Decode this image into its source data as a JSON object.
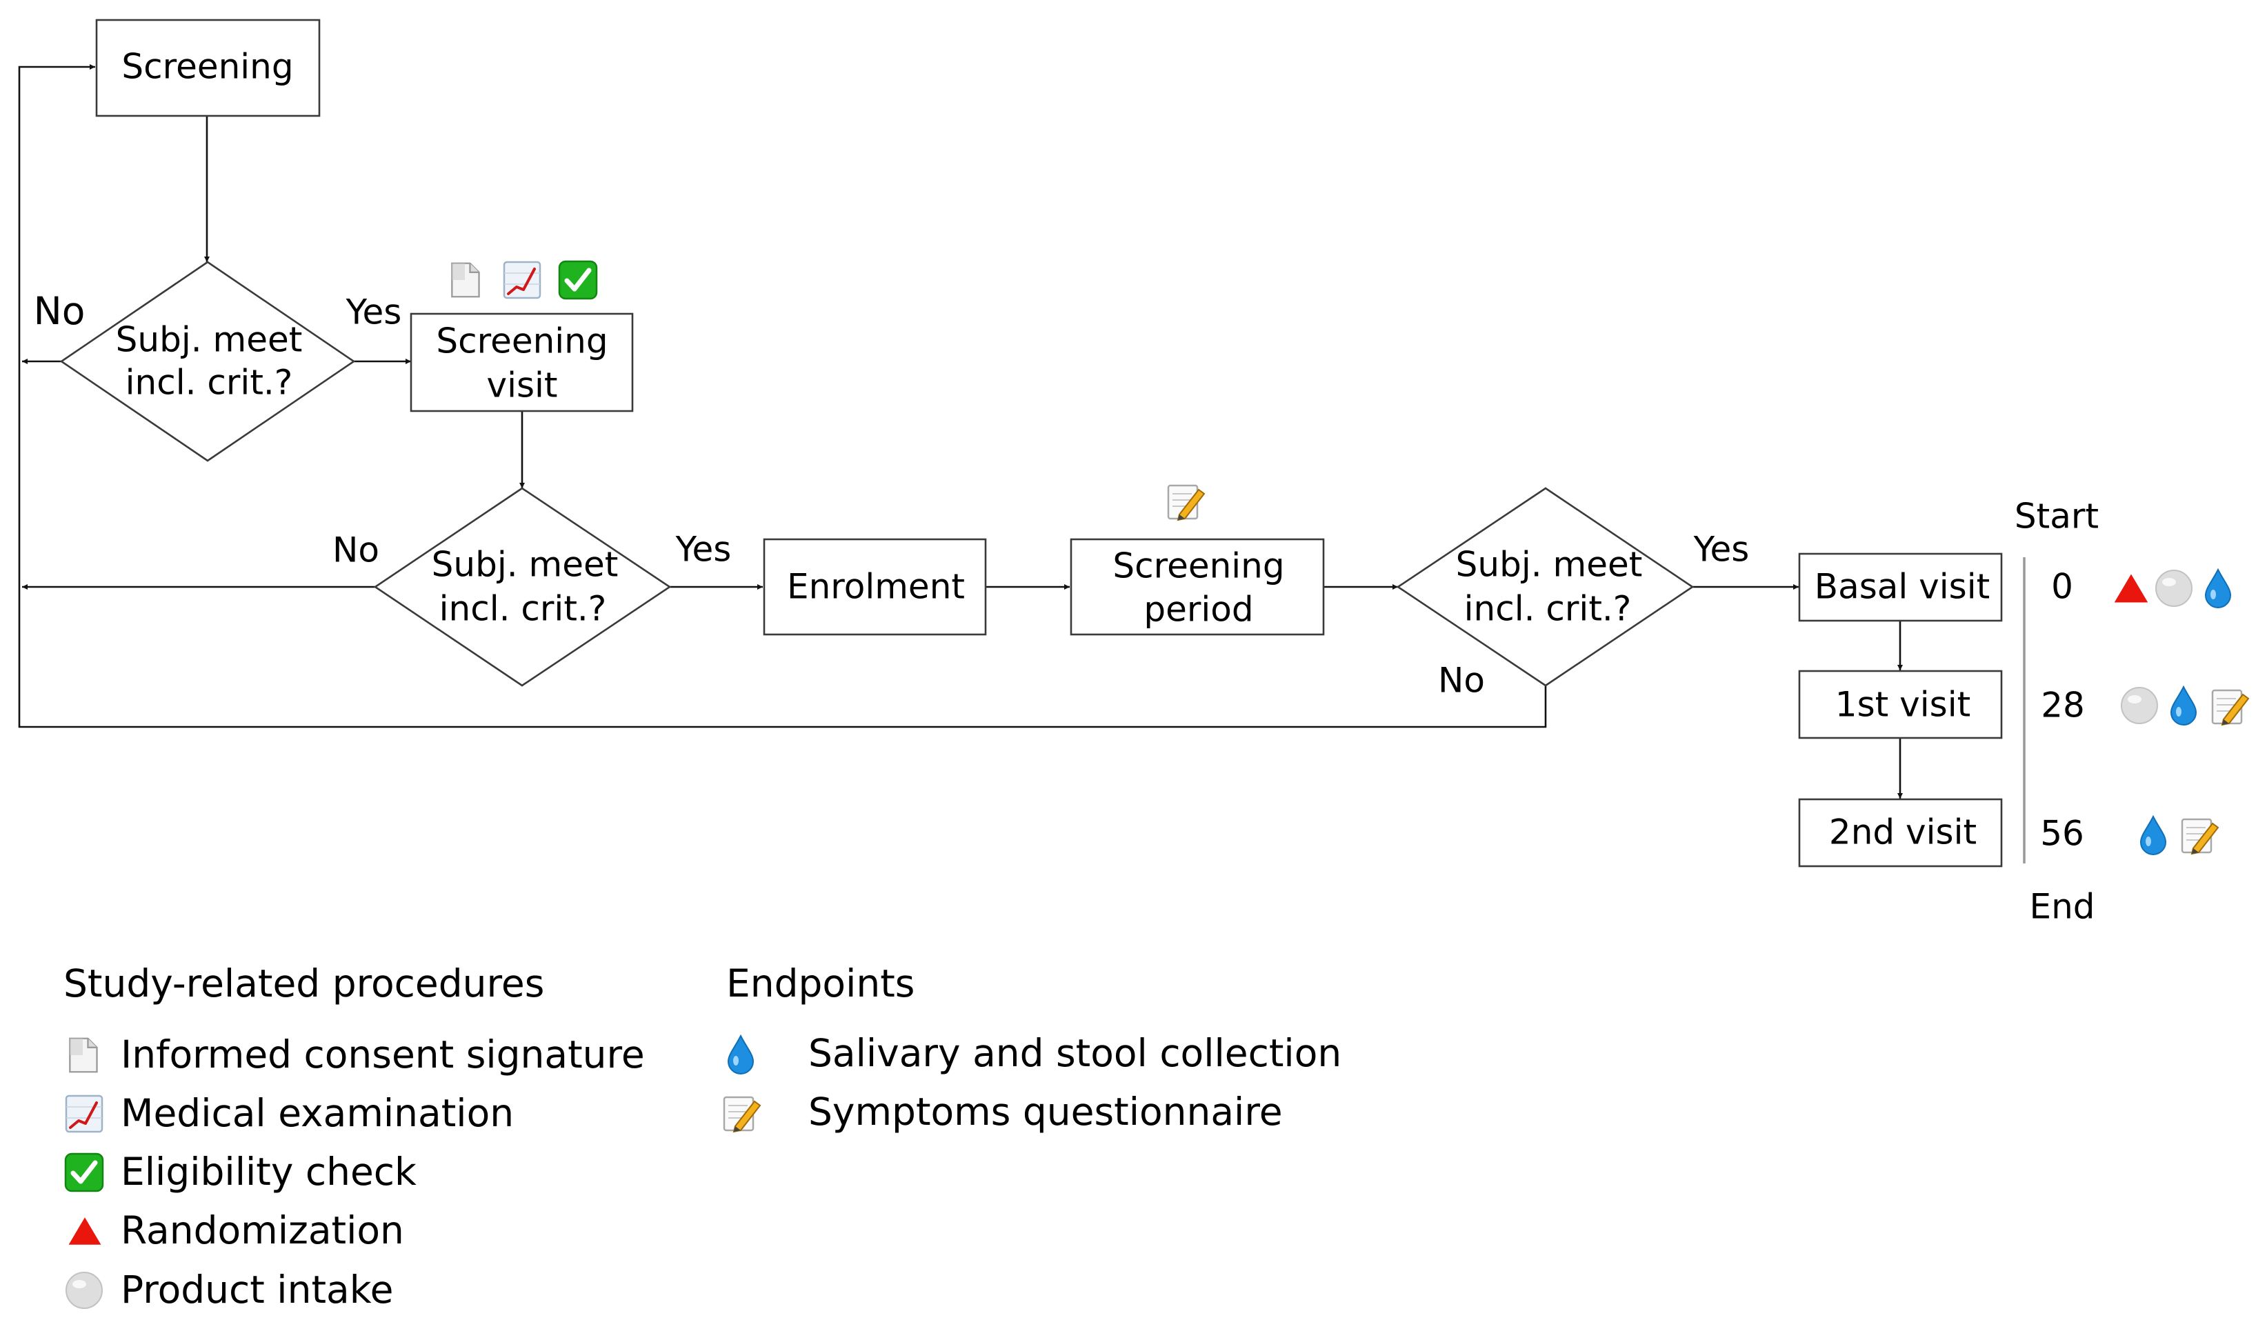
{
  "nodes": {
    "screening": "Screening",
    "decision1": [
      "Subj. meet",
      "incl. crit.?"
    ],
    "screening_visit": [
      "Screening",
      "visit"
    ],
    "decision2": [
      "Subj. meet",
      "incl. crit.?"
    ],
    "enrolment": "Enrolment",
    "screening_period": [
      "Screening",
      "period"
    ],
    "decision3": [
      "Subj. meet",
      "incl. crit.?"
    ],
    "basal_visit": "Basal visit",
    "first_visit": "1st visit",
    "second_visit": "2nd visit"
  },
  "edge_labels": {
    "d1_no": "No",
    "d1_yes": "Yes",
    "d2_no": "No",
    "d2_yes": "Yes",
    "d3_yes": "Yes",
    "d3_no": "No"
  },
  "timeline": {
    "start": "Start",
    "end": "End",
    "days": [
      "0",
      "28",
      "56"
    ]
  },
  "legend": {
    "procedures_title": "Study-related procedures",
    "procedures": [
      {
        "icon": "document-icon",
        "label": "Informed consent signature"
      },
      {
        "icon": "chart-icon",
        "label": "Medical examination"
      },
      {
        "icon": "checkmark-icon",
        "label": "Eligibility check"
      },
      {
        "icon": "triangle-icon",
        "label": "Randomization"
      },
      {
        "icon": "circle-icon",
        "label": "Product intake"
      }
    ],
    "endpoints_title": "Endpoints",
    "endpoints": [
      {
        "icon": "drop-icon",
        "label": "Salivary and stool collection"
      },
      {
        "icon": "pencil-icon",
        "label": "Symptoms questionnaire"
      }
    ]
  },
  "colors": {
    "randomization": "#e8160c",
    "drop": "#1e8fe0",
    "check": "#1fb31f",
    "product": "#d6d6d6"
  }
}
